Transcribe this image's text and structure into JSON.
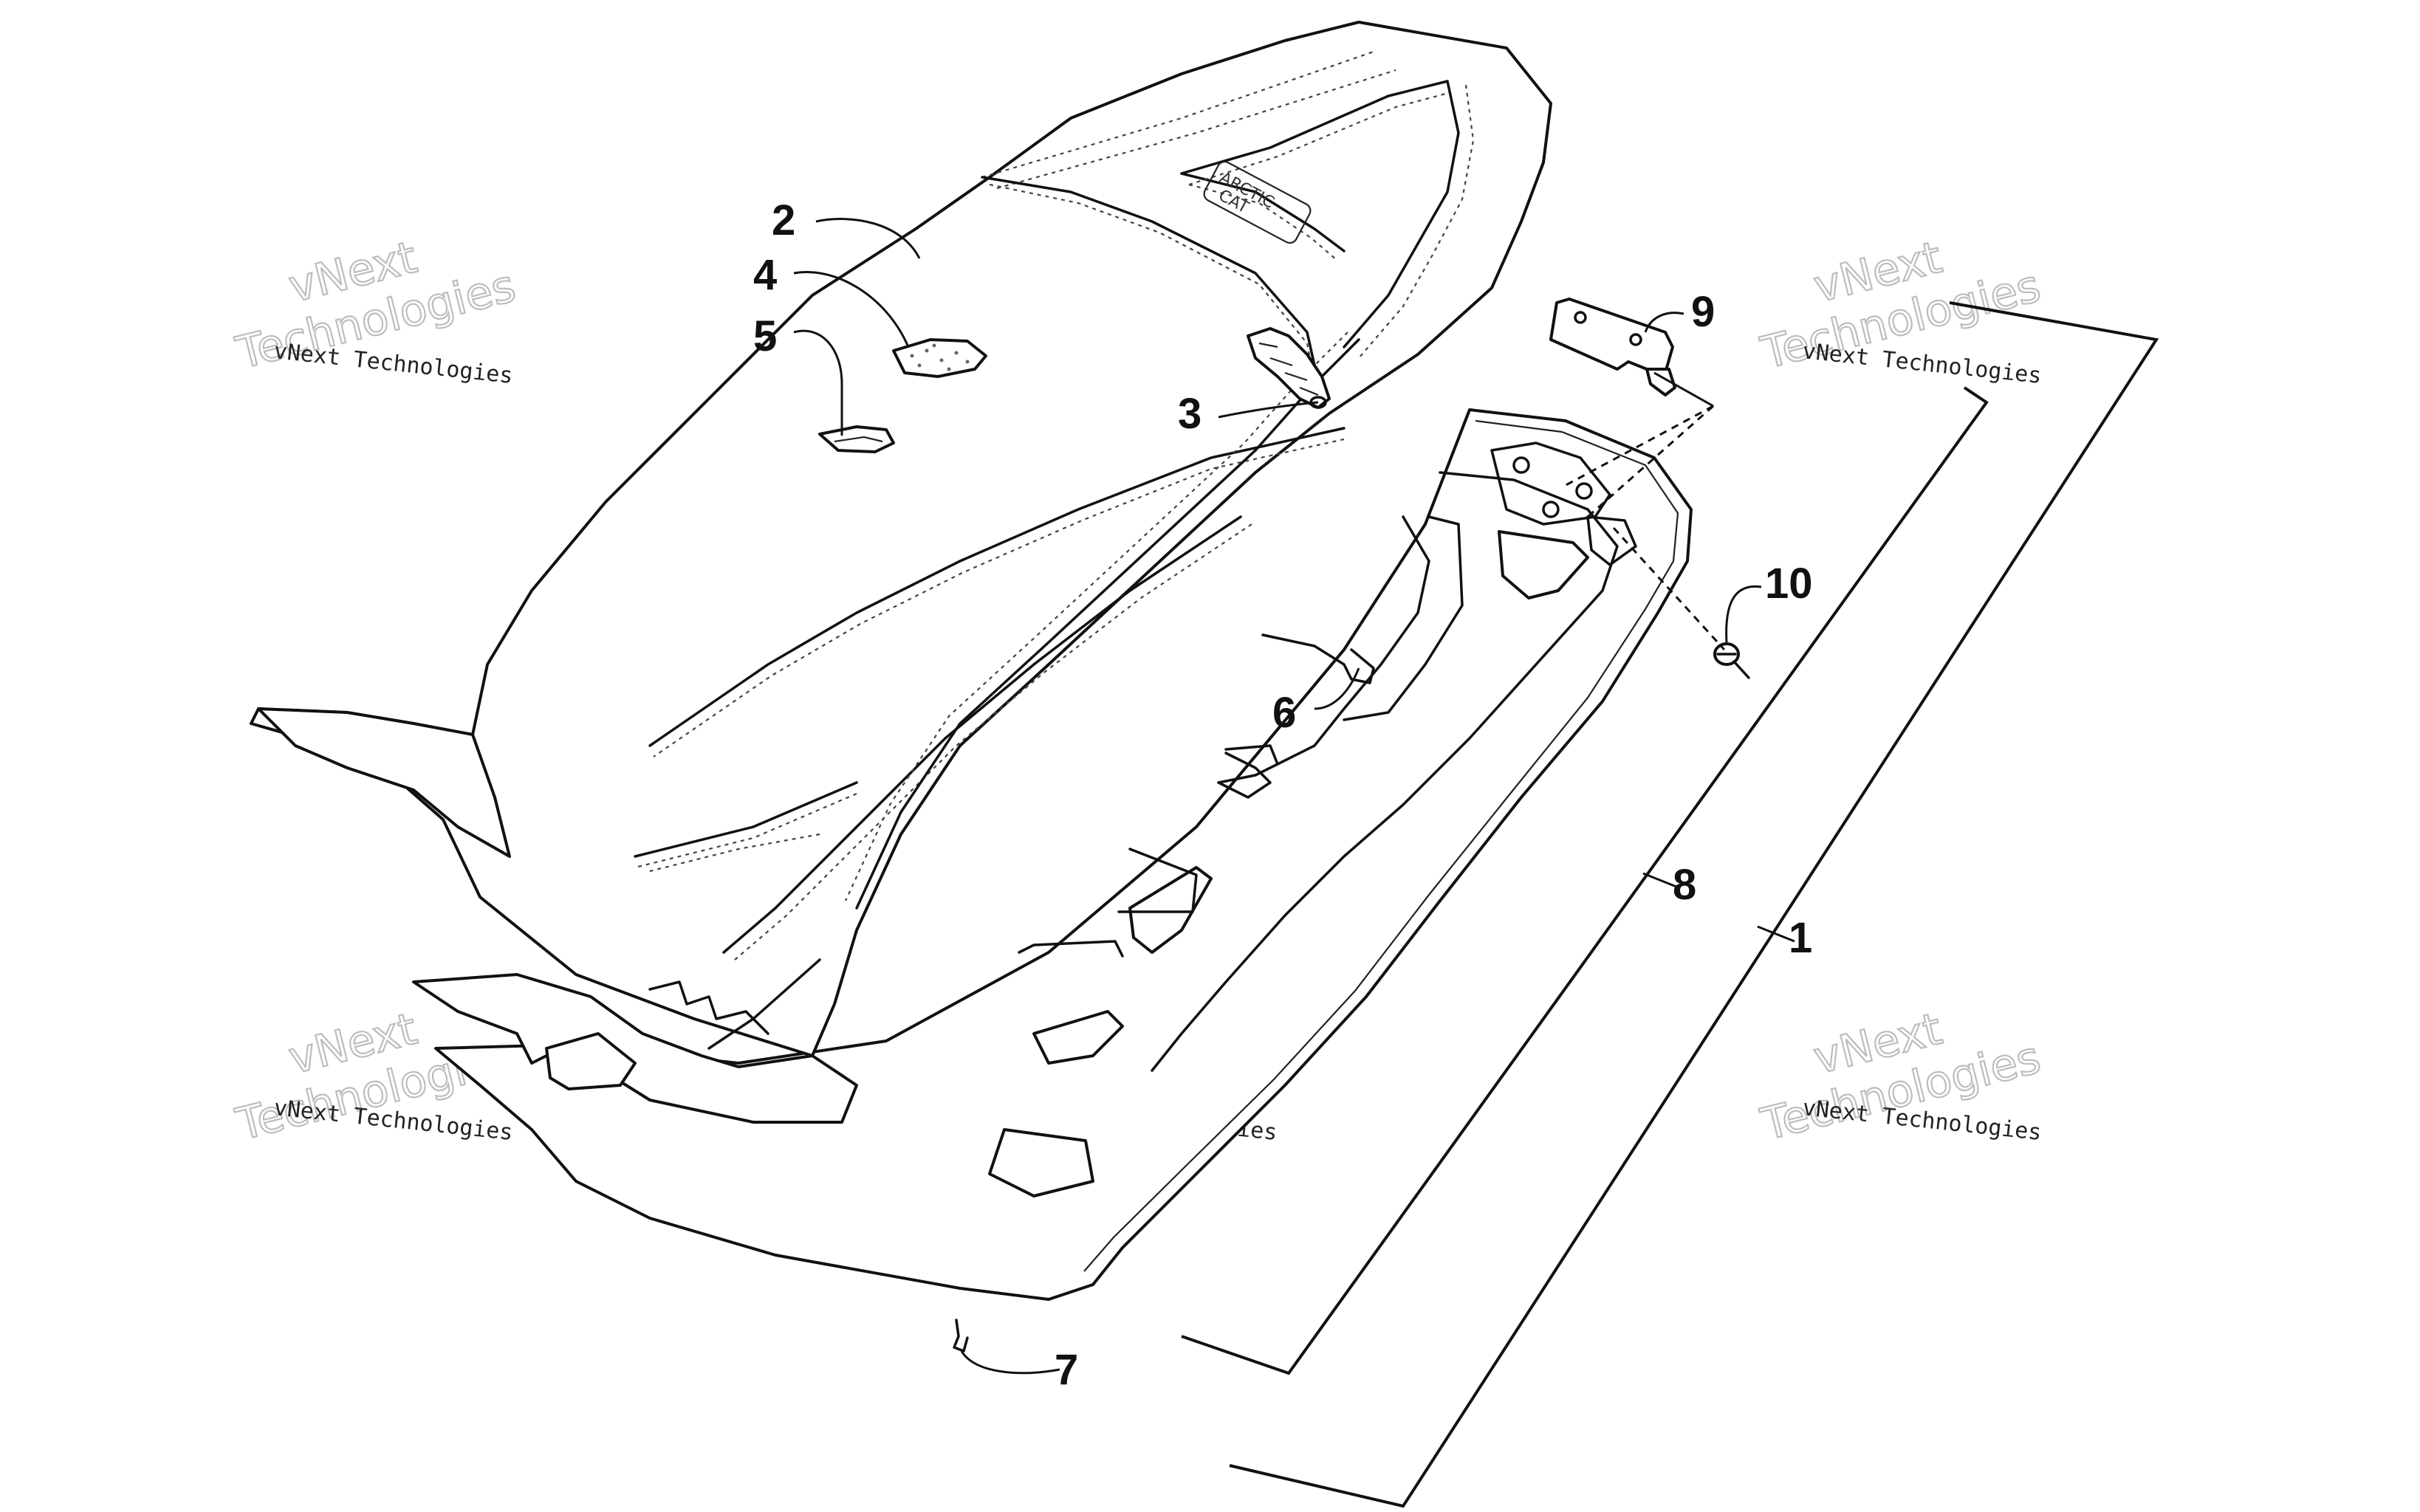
{
  "diagram": {
    "callouts": [
      {
        "id": "1",
        "label": "1"
      },
      {
        "id": "2",
        "label": "2"
      },
      {
        "id": "3",
        "label": "3"
      },
      {
        "id": "4",
        "label": "4"
      },
      {
        "id": "5",
        "label": "5"
      },
      {
        "id": "6",
        "label": "6"
      },
      {
        "id": "7",
        "label": "7"
      },
      {
        "id": "8",
        "label": "8"
      },
      {
        "id": "9",
        "label": "9"
      },
      {
        "id": "10",
        "label": "10"
      }
    ]
  },
  "watermark": {
    "line_small": "vNext Technologies",
    "line_big_1": "vNext",
    "line_big_2": "Technologies"
  },
  "colors": {
    "line": "#111111",
    "watermark": "#bdbdbd",
    "background": "#ffffff"
  }
}
